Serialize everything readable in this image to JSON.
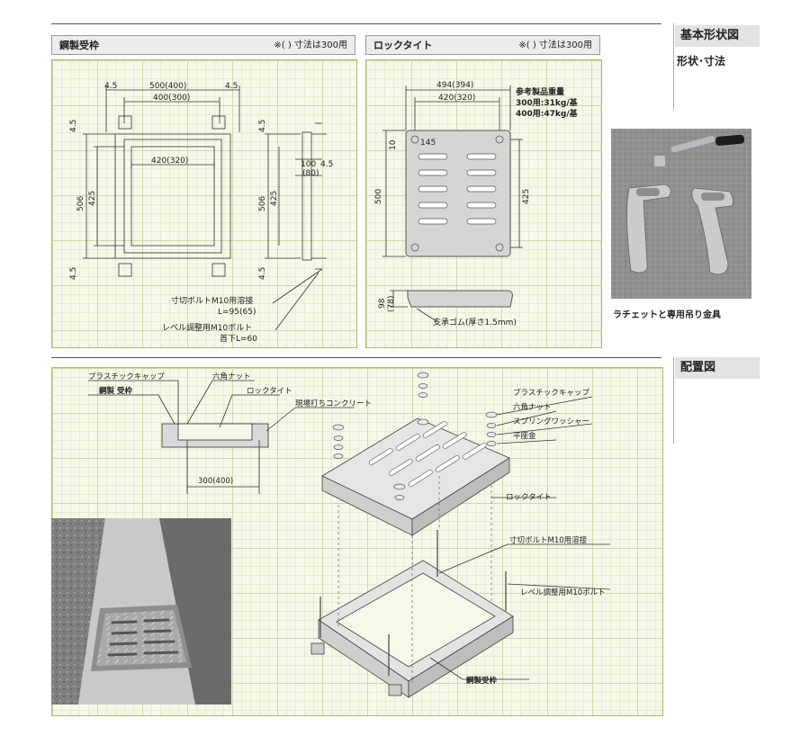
{
  "sidebar": {
    "section1_title": "基本形状図",
    "section1_sub": "形状･寸法",
    "section2_title": "配置図",
    "photo_caption": "ラチェットと専用吊り金具"
  },
  "panel_left": {
    "title": "鋼製受枠",
    "note": "※(  ) 寸法は300用",
    "dims": {
      "w_outer": "500(400)",
      "w_inner": "400(300)",
      "left_off": "4.5",
      "right_off": "4.5",
      "inner_width": "420(320)",
      "h_outer": "506",
      "h_inner": "425",
      "top_off": "4.5",
      "bot_off": "4.5",
      "side_h_outer": "506",
      "side_h_inner": "425",
      "side_top": "4.5",
      "side_bot": "4.5",
      "depth": "100",
      "depth_alt": "(80)",
      "depth_off": "4.5"
    },
    "label1": "寸切ボルトM10用溶接",
    "label1b": "L=95(65)",
    "label2": "レベル調整用M10ボルト",
    "label2b": "首下L=60"
  },
  "panel_right": {
    "title": "ロックタイト",
    "note": "※(  ) 寸法は300用",
    "dims": {
      "w_outer": "494(394)",
      "w_inner": "420(320)",
      "slot_off": "145",
      "top_off": "10",
      "height": "500",
      "h_inner": "425",
      "thick": "98",
      "thick_alt": "(78)"
    },
    "weight_title": "参考製品重量",
    "weight_300": "300用:31kg/基",
    "weight_400": "400用:47kg/基",
    "rubber": "支承ゴム(厚さ1.5mm)"
  },
  "layout_section": {
    "cap_label": "プラスチックキャップ",
    "frame_label": "鋼製 受枠",
    "nut_label": "六角ナット",
    "lock_label": "ロックタイト",
    "concrete_label": "現場打ちコンクリート",
    "width_dim": "300(400)",
    "r_cap": "プラスチックキャップ",
    "r_nut": "六角ナット",
    "r_spring": "スプリングワッシャー",
    "r_washer": "平座金",
    "r_lock": "ロックタイト",
    "r_bolt": "寸切ボルトM10用溶接",
    "r_level": "レベル調整用M10ボルト",
    "r_frame": "鋼製受枠"
  }
}
